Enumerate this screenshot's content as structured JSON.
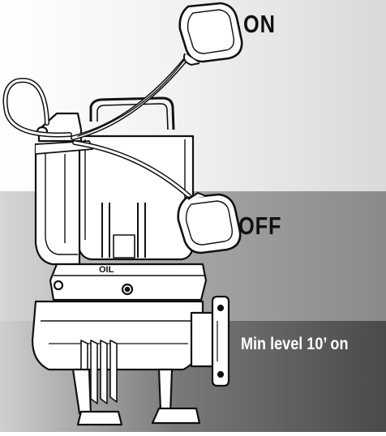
{
  "labels": {
    "on": "ON",
    "off": "OFF",
    "min_level": "Min level 10’ on",
    "oil": "OIL"
  },
  "colors": {
    "line": "#111111",
    "pump_fill": "#ffffff",
    "water_top": "#9a9a9a",
    "water_bottom": "#5a5a5a",
    "min_level_band": "#4a4a4a",
    "min_level_text": "#ffffff"
  }
}
